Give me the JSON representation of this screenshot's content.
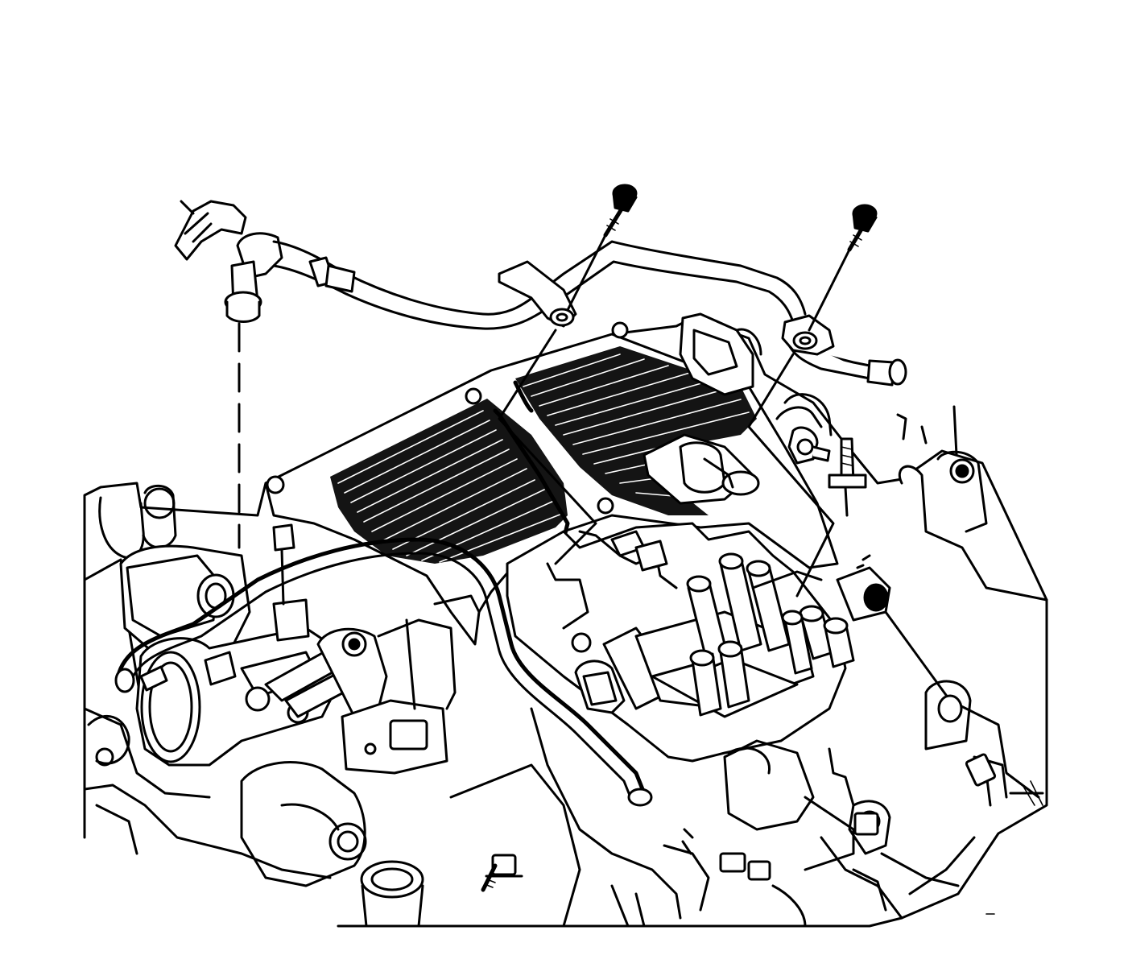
{
  "figure": {
    "label": "",
    "line_color": "#000000",
    "background": "#ffffff"
  },
  "parts": [
    {
      "id": "vent-tube",
      "icon": "vent-tube-icon"
    },
    {
      "id": "bolt-left",
      "icon": "bolt-icon"
    },
    {
      "id": "bolt-right",
      "icon": "bolt-icon"
    },
    {
      "id": "intake-manifold-cover",
      "icon": "manifold-cover-icon"
    },
    {
      "id": "throttle-body",
      "icon": "throttle-body-icon"
    },
    {
      "id": "ignition-coil",
      "icon": "ignition-coil-icon"
    }
  ]
}
